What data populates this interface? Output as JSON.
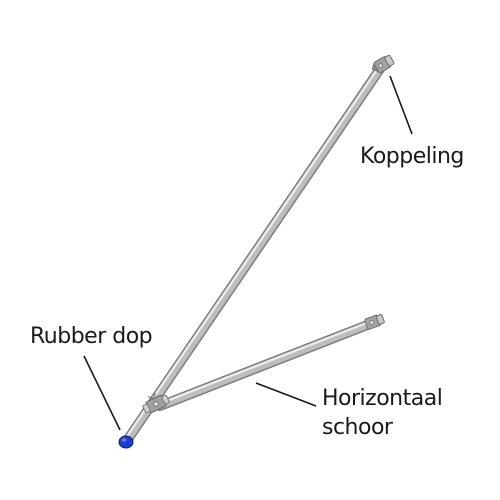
{
  "labels": {
    "coupling": "Koppeling",
    "rubber_cap": "Rubber dop",
    "horizontal_brace_line1": "Horizontaal",
    "horizontal_brace_line2": "schoor"
  },
  "colors": {
    "tube_light": "#e6e6e6",
    "tube_mid": "#b9b9b9",
    "tube_dark": "#8a8a8a",
    "coupling_metal": "#9a9a9a",
    "rubber_cap": "#1c3fd0",
    "text": "#1a1a1a"
  },
  "icons": {
    "coupling": "scaffold-coupling-icon",
    "rubber_cap": "rubber-cap-icon"
  }
}
